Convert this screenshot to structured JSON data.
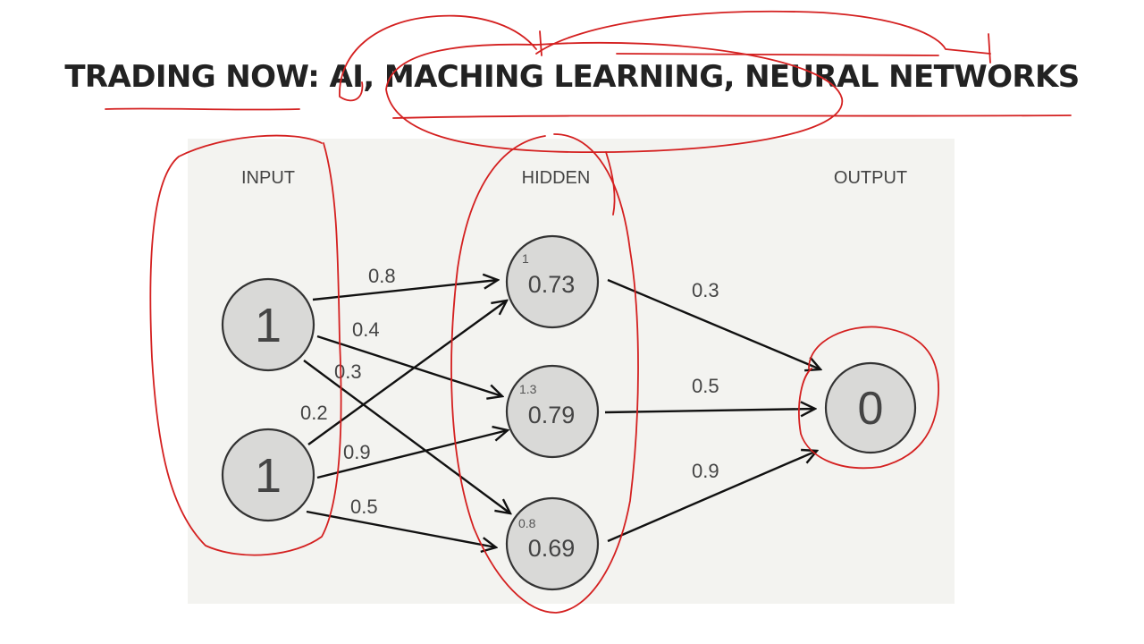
{
  "title": "TRADING NOW: AI, MACHING LEARNING, NEURAL NETWORKS",
  "layers": {
    "input": "INPUT",
    "hidden": "HIDDEN",
    "output": "OUTPUT"
  },
  "nodes": {
    "input_1": {
      "value": "1"
    },
    "input_2": {
      "value": "1"
    },
    "hidden_1": {
      "value": "0.73",
      "sum": "1"
    },
    "hidden_2": {
      "value": "0.79",
      "sum": "1.3"
    },
    "hidden_3": {
      "value": "0.69",
      "sum": "0.8"
    },
    "output_1": {
      "value": "0"
    }
  },
  "weights": {
    "i1_h1": "0.8",
    "i1_h2": "0.4",
    "i1_h3": "0.3",
    "i2_h1": "0.2",
    "i2_h2": "0.9",
    "i2_h3": "0.5",
    "h1_o1": "0.3",
    "h2_o1": "0.5",
    "h3_o1": "0.9"
  },
  "colors": {
    "panel": "#f3f3f0",
    "node_fill": "#d9d9d7",
    "node_stroke": "#333333",
    "arrow": "#111111",
    "annotation": "#d42020"
  }
}
